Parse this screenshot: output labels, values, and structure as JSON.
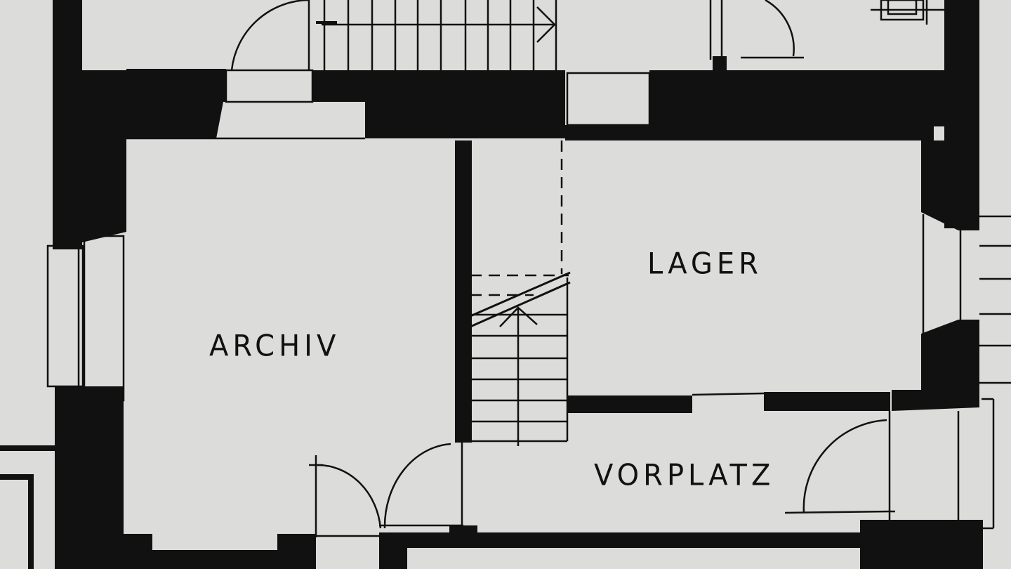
{
  "diagram": {
    "type": "architectural floor plan",
    "colors": {
      "paper": "#dcdcda",
      "wall": "#111111",
      "line": "#111111"
    },
    "rooms": [
      {
        "id": "archiv",
        "label": "ARCHIV"
      },
      {
        "id": "lager",
        "label": "LAGER"
      },
      {
        "id": "vorplatz",
        "label": "VORPLATZ"
      }
    ]
  }
}
